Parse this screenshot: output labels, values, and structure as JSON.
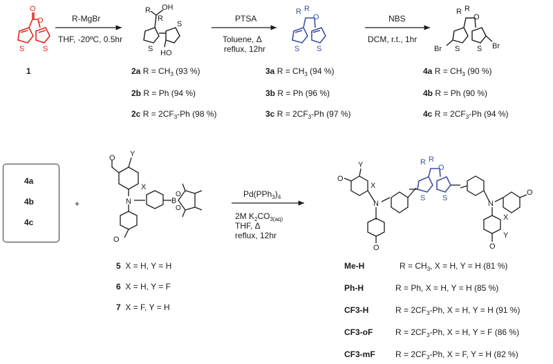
{
  "colors": {
    "starting_material": "#e2231a",
    "core": "#3d4fa3",
    "ink": "#1a1a1a"
  },
  "step1": {
    "reagent": "R-MgBr",
    "conditions": "THF, -20ºC, 0.5hr"
  },
  "step2": {
    "reagent": "PTSA",
    "conditions_line1": "Toluene, Δ",
    "conditions_line2": "reflux, 12hr"
  },
  "step3": {
    "reagent": "NBS",
    "conditions": "DCM, r.t., 1hr"
  },
  "step4": {
    "catalyst": "Pd(PPh",
    "catalyst_sub": "3",
    "catalyst_end": ")",
    "catalyst_sub2": "4",
    "base": "2M K",
    "base_sub": "2",
    "base_mid": "CO",
    "base_sub2": "3(aq)",
    "solvent": "THF, Δ",
    "time": "reflux, 12hr"
  },
  "compound1": {
    "id": "1"
  },
  "compounds2": [
    {
      "id": "2a",
      "r": "R = CH",
      "r_sub": "3",
      "r_end": " (93 %)"
    },
    {
      "id": "2b",
      "r": "R = Ph   (94 %)"
    },
    {
      "id": "2c",
      "r": "R = 2CF",
      "r_sub": "3",
      "r_end": "-Ph (98 %)"
    }
  ],
  "compounds3": [
    {
      "id": "3a",
      "r": "R = CH",
      "r_sub": "3",
      "r_end": " (94 %)"
    },
    {
      "id": "3b",
      "r": "R = Ph    (96 %)"
    },
    {
      "id": "3c",
      "r": "R = 2CF",
      "r_sub": "3",
      "r_end": "-Ph (97 %)"
    }
  ],
  "compounds4": [
    {
      "id": "4a",
      "r": "R = CH",
      "r_sub": "3",
      "r_end": " (90 %)"
    },
    {
      "id": "4b",
      "r": "R = Ph    (90 %)"
    },
    {
      "id": "4c",
      "r": "R = 2CF",
      "r_sub": "3",
      "r_end": "-Ph (94 %)"
    }
  ],
  "box_items": [
    "4a",
    "4b",
    "4c"
  ],
  "plus": "+",
  "boronates": [
    {
      "id": "5",
      "sub": "X = H, Y = H"
    },
    {
      "id": "6",
      "sub": "X = H, Y = F"
    },
    {
      "id": "7",
      "sub": "X = F, Y = H"
    }
  ],
  "products": [
    {
      "id": "Me-H",
      "r": "R = CH",
      "r_sub": "3",
      "r_end": ", X = H, Y = H (81 %)"
    },
    {
      "id": "Ph-H",
      "r": "R = Ph, X = H, Y = H (85 %)"
    },
    {
      "id": "CF3-H",
      "r": "R = 2CF",
      "r_sub": "3",
      "r_end": "-Ph, X = H, Y = H (91 %)"
    },
    {
      "id": "CF3-oF",
      "r": "R = 2CF",
      "r_sub": "3",
      "r_end": "-Ph, X = H, Y = F (86 %)"
    },
    {
      "id": "CF3-mF",
      "r": "R = 2CF",
      "r_sub": "3",
      "r_end": "-Ph, X = F, Y = H (82 %)"
    }
  ],
  "atoms": {
    "O": "O",
    "S": "S",
    "R": "R",
    "Br": "Br",
    "OH": "OH",
    "HO": "HO",
    "N": "N",
    "B": "B",
    "X": "X",
    "Y": "Y",
    "methoxy": "O"
  }
}
